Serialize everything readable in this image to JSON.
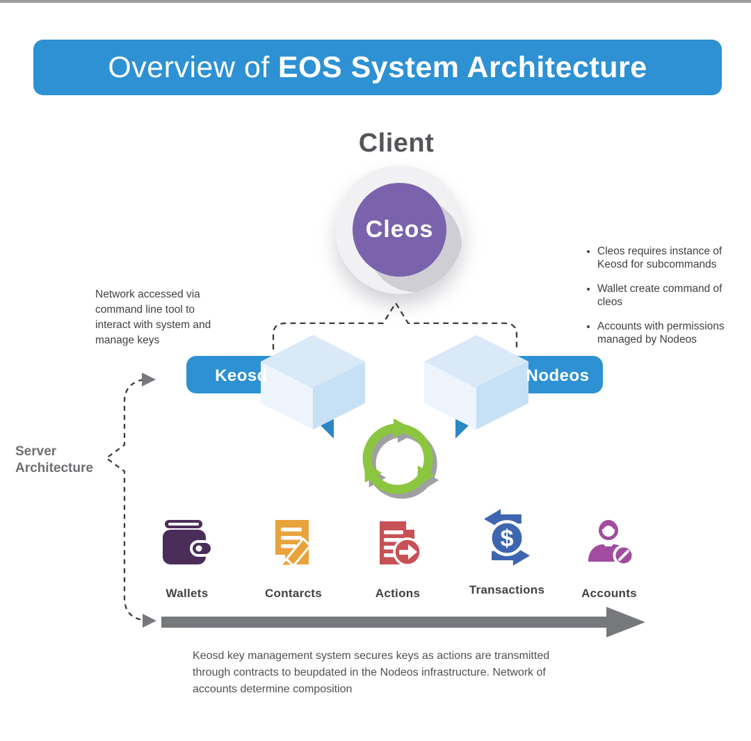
{
  "banner": {
    "prefix": "Overview of",
    "emphasis": "EOS System Architecture",
    "bg_color": "#2D91D3"
  },
  "client": {
    "heading": "Client",
    "node_label": "Cleos",
    "node_color": "#7A63AC"
  },
  "left_note": {
    "text": "Network accessed via command line tool to interact with system and manage keys"
  },
  "bullet_notes": {
    "items": [
      "Cleos requires  instance of Keosd for subcommands",
      "Wallet create command of cleos",
      "Accounts with permissions managed by Nodeos"
    ]
  },
  "servers": {
    "group_label": "Server Architecture",
    "left_label": "Keosd",
    "right_label": "Nodeos",
    "ribbon_color": "#2D91D3",
    "cube_top_color": "#D9E9F8",
    "cube_left_color": "#EDF4FC",
    "cube_right_color": "#C6E0F5"
  },
  "cycle": {
    "icon": "sync-arrows-icon",
    "color": "#8CC640",
    "shadow_color": "#8E9093"
  },
  "components": {
    "items": [
      {
        "label": "Wallets",
        "icon": "wallet-icon",
        "color": "#4A2D59"
      },
      {
        "label": "Contarcts",
        "icon": "contract-icon",
        "color": "#E8A33D"
      },
      {
        "label": "Actions",
        "icon": "actions-icon",
        "color": "#C75156"
      },
      {
        "label": "Transactions",
        "icon": "transactions-icon",
        "color": "#3E66B0"
      },
      {
        "label": "Accounts",
        "icon": "accounts-icon",
        "color": "#A14C9E"
      }
    ]
  },
  "flow": {
    "caption": "Keosd key management system secures keys as actions are transmitted through contracts to beupdated in the Nodeos infrastructure. Network of accounts determine composition",
    "arrow_color": "#77787B",
    "dash_color": "#3B3B3B"
  }
}
